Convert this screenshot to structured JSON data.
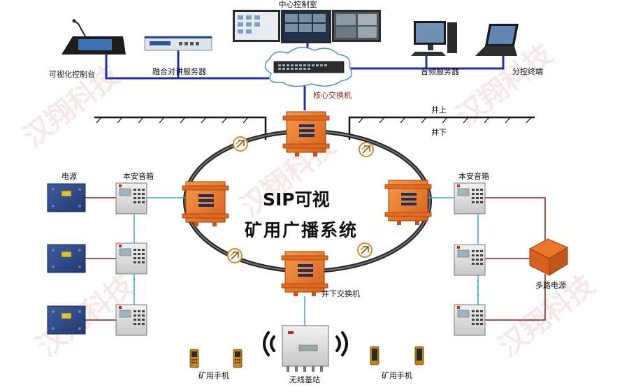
{
  "labels": {
    "control_room": "中心控制室",
    "visual_console": "可视化控制台",
    "intercom_server": "融合对讲服务器",
    "core_switch": "核心交换机",
    "audio_server": "音频服务器",
    "branch_terminal": "分控终端",
    "above_ground": "井上",
    "below_ground": "井下",
    "power_supply": "电源",
    "speaker_box_left": "本安音箱",
    "speaker_box_right": "本安音箱",
    "multi_power": "多路电源",
    "underground_switch": "井下交换机",
    "wireless_base": "无线基站",
    "mine_phone_left": "矿用手机",
    "mine_phone_right": "矿用手机",
    "system_title_1": "SIP可视",
    "system_title_2": "矿用广播系统",
    "watermark": "汉翔科技"
  },
  "colors": {
    "orange_box": "#e8772a",
    "network_blue": "#1f2fb0",
    "power_red": "#8b1a1a",
    "link_cyan": "#3aa6d8",
    "power_box_blue": "#2e4a8a"
  }
}
